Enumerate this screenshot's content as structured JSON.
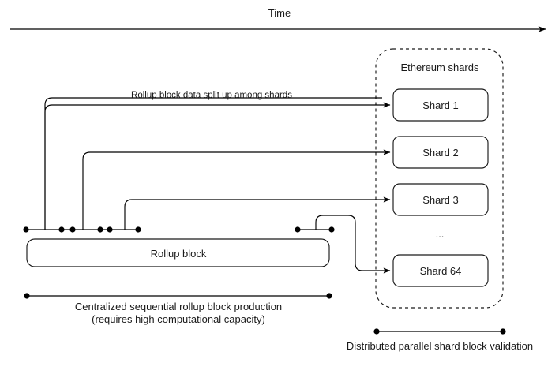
{
  "diagram": {
    "title_axis": "Time",
    "split_label": "Rollup block data split up among shards",
    "rollup_block_label": "Rollup block",
    "shards_group_title": "Ethereum shards",
    "shards": [
      {
        "label": "Shard 1"
      },
      {
        "label": "Shard 2"
      },
      {
        "label": "Shard 3"
      },
      {
        "label": "Shard 64"
      }
    ],
    "shards_ellipsis": "...",
    "caption_left_line1": "Centralized sequential rollup block production",
    "caption_left_line2": "(requires high computational capacity)",
    "caption_right": "Distributed parallel shard block validation",
    "colors": {
      "stroke": "#000000",
      "text": "#1a1a1a",
      "background": "#ffffff"
    }
  }
}
